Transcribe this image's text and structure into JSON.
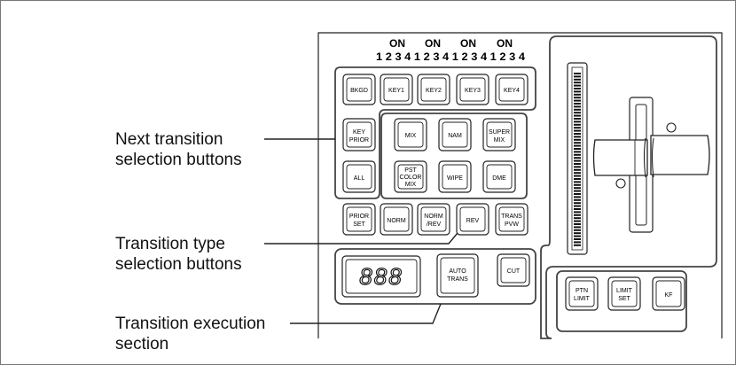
{
  "callouts": {
    "next_transition": [
      "Next transition",
      "selection buttons"
    ],
    "transition_type": [
      "Transition type",
      "selection buttons"
    ],
    "transition_execution": [
      "Transition execution",
      "section"
    ]
  },
  "panel": {
    "on_labels": [
      "ON",
      "ON",
      "ON",
      "ON"
    ],
    "key_numbers": "1 2 3 4 1 2 3 4 1 2 3 4 1 2 3 4",
    "next_transition_row": [
      "BKGD",
      "KEY1",
      "KEY2",
      "KEY3",
      "KEY4"
    ],
    "key_prior": [
      "KEY",
      "PRIOR"
    ],
    "all": "ALL",
    "mix": "MIX",
    "nam": "NAM",
    "super_mix": [
      "SUPER",
      "MIX"
    ],
    "pst_color_mix": [
      "PST",
      "COLOR",
      "MIX"
    ],
    "wipe": "WIPE",
    "dme": "DME",
    "prior_set": [
      "PRIOR",
      "SET"
    ],
    "norm": "NORM",
    "norm_rev": [
      "NORM",
      "/REV"
    ],
    "rev": "REV",
    "trans_pvw": [
      "TRANS",
      "PVW"
    ],
    "display": "888",
    "auto_trans": [
      "AUTO",
      "TRANS"
    ],
    "cut": "CUT",
    "ptn_limit": [
      "PTN",
      "LIMIT"
    ],
    "limit_set": [
      "LIMIT",
      "SET"
    ],
    "kf": "KF"
  }
}
